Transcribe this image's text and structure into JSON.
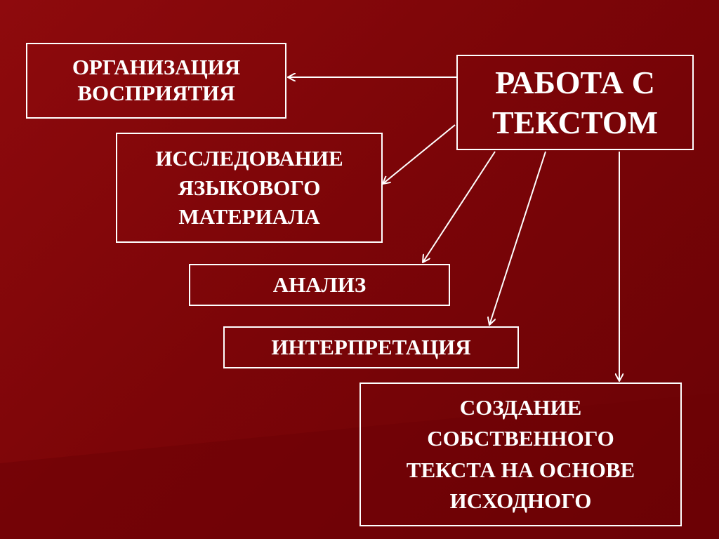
{
  "diagram": {
    "main": "РАБОТА С\nТЕКСТОМ",
    "branches": [
      {
        "id": "org",
        "text": "ОРГАНИЗАЦИЯ\nВОСПРИЯТИЯ"
      },
      {
        "id": "research",
        "text": "ИССЛЕДОВАНИЕ\nЯЗЫКОВОГО\nМАТЕРИАЛА"
      },
      {
        "id": "analysis",
        "text": "АНАЛИЗ"
      },
      {
        "id": "interp",
        "text": "ИНТЕРПРЕТАЦИЯ"
      },
      {
        "id": "create",
        "text": "СОЗДАНИЕ\nСОБСТВЕННОГО\nТЕКСТА НА ОСНОВЕ\nИСХОДНОГО"
      }
    ]
  },
  "colors": {
    "background": "#7c0508",
    "background_dark": "#6a0205",
    "border": "#ffffff",
    "text": "#ffffff"
  }
}
